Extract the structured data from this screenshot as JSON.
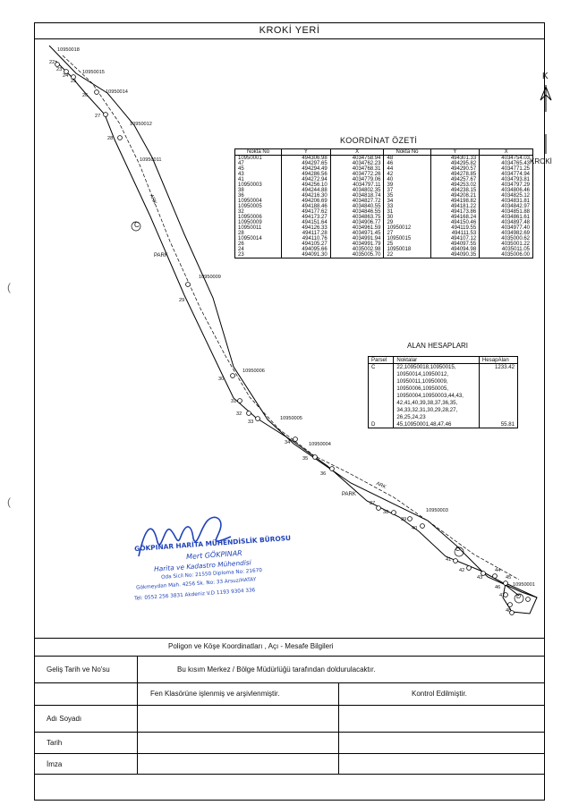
{
  "title": "KROKİ YERİ",
  "north": {
    "label": "K"
  },
  "kroki_label": "KROKİ",
  "coord_summary": {
    "title": "KOORDİNAT ÖZETİ",
    "headers": [
      "Nokta No",
      "Y",
      "X",
      "Nokta No",
      "Y",
      "X"
    ],
    "rows": [
      [
        "10950001",
        "494306.98",
        "4034758.94",
        "48",
        "494301.33",
        "4034754.03"
      ],
      [
        "47",
        "494297.65",
        "4034762.23",
        "46",
        "494295.82",
        "4034765.43"
      ],
      [
        "45",
        "494294.49",
        "4034768.31",
        "44",
        "494290.57",
        "4034771.25"
      ],
      [
        "43",
        "494286.56",
        "4034772.26",
        "42",
        "494278.85",
        "4034774.94"
      ],
      [
        "41",
        "494272.94",
        "4034779.06",
        "40",
        "494257.67",
        "4034793.81"
      ],
      [
        "10950003",
        "494256.10",
        "4034797.11",
        "39",
        "494253.02",
        "4034797.29"
      ],
      [
        "38",
        "494244.88",
        "4034802.35",
        "37",
        "494238.15",
        "4034806.46"
      ],
      [
        "36",
        "494216.30",
        "4034818.74",
        "35",
        "494208.21",
        "4034825.12"
      ],
      [
        "10950004",
        "494206.69",
        "4034827.72",
        "34",
        "494198.82",
        "4034831.81"
      ],
      [
        "10950005",
        "494188.46",
        "4034840.55",
        "33",
        "494181.22",
        "4034842.97"
      ],
      [
        "32",
        "494177.62",
        "4034846.55",
        "31",
        "494173.86",
        "4034851.88"
      ],
      [
        "10950006",
        "494173.27",
        "4034863.75",
        "30",
        "494168.24",
        "4034861.61"
      ],
      [
        "10950009",
        "494151.64",
        "4034906.77",
        "29",
        "494150.46",
        "4034897.48"
      ],
      [
        "10950011",
        "494126.33",
        "4034961.59",
        "10950012",
        "494119.55",
        "4034977.40"
      ],
      [
        "28",
        "494117.28",
        "4034971.45",
        "27",
        "494111.53",
        "4034982.69"
      ],
      [
        "10950014",
        "494110.76",
        "4034991.94",
        "10950015",
        "494107.12",
        "4035000.62"
      ],
      [
        "26",
        "494105.27",
        "4034991.79",
        "25",
        "494097.55",
        "4035001.22"
      ],
      [
        "24",
        "494095.66",
        "4035002.98",
        "10950018",
        "494094.98",
        "4035011.05"
      ],
      [
        "23",
        "494091.30",
        "4035005.70",
        "22",
        "494090.35",
        "4035006.00"
      ]
    ]
  },
  "area_calc": {
    "title": "ALAN HESAPLARI",
    "headers": [
      "Parsel",
      "Noktalar",
      "HesapAlan"
    ],
    "rows": [
      {
        "parsel": "C",
        "noktalar": [
          "22,10950018,10950015,",
          "10950014,10950012,",
          "10950011,10950009,",
          "10950006,10950005,",
          "10950004,10950003,44,43,",
          "42,41,40,39,38,37,36,35,",
          "34,33,32,31,30,29,28,27,",
          "26,25,24,23"
        ],
        "alan": "1233.42"
      },
      {
        "parsel": "D",
        "noktalar": [
          "45,10950001,48,47,46"
        ],
        "alan": "55.81"
      }
    ]
  },
  "map": {
    "point_labels": [
      "10950018",
      "22",
      "23",
      "24",
      "10950015",
      "25",
      "26",
      "10950014",
      "27",
      "10950012",
      "28",
      "10950011",
      "C",
      "PARK",
      "10950009",
      "29",
      "10950006",
      "30",
      "31",
      "32",
      "33",
      "10950005",
      "34",
      "10950004",
      "35",
      "36",
      "PARK",
      "37",
      "38",
      "10950003",
      "39",
      "40",
      "C",
      "41",
      "42",
      "43",
      "44",
      "45",
      "46",
      "10950001",
      "47",
      "D",
      "48"
    ],
    "ark_labels": [
      "ARK",
      "ARK"
    ]
  },
  "stamp": {
    "office": "GÖKPINAR HARİTA MÜHENDİSLİK BÜROSU",
    "name": "Mert GÖKPINAR",
    "title": "Harita ve Kadastro Mühendisi",
    "registry": "Oda Sicil No: 21550 Diploma No: 21670",
    "address": "Gökmeydan Mah. 4256 Sk. No: 33 Arsuz/HATAY",
    "phone": "Tel: 0552 256 3831 Akdeniz V.D 1193 9304 336"
  },
  "footer": {
    "poligon": "Poligon ve Köşe Koordinatları , Açı - Mesafe  Bilgileri",
    "gelis": "Geliş Tarih ve No'su",
    "merkez": "Bu kısım Merkez / Bölge Müdürlüğü tarafından doldurulacaktır.",
    "fen": "Fen Klasörüne işlenmiş ve arşivlenmiştir.",
    "kontrol": "Kontrol Edilmiştir.",
    "adi": "Adı Soyadı",
    "tarih": "Tarih",
    "imza": "İmza"
  }
}
